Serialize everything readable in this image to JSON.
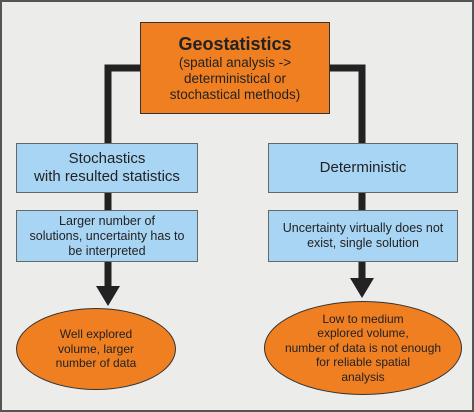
{
  "root": {
    "title": "Geostatistics",
    "subtitle_lines": [
      "(spatial analysis ->",
      "deterministical or",
      "stochastical methods)"
    ]
  },
  "left": {
    "category_lines": [
      "Stochastics",
      "with resulted statistics"
    ],
    "description_lines": [
      "Larger number of",
      "solutions, uncertainty has to",
      "be interpreted"
    ],
    "outcome_lines": [
      "Well explored",
      "volume, larger",
      "number of data"
    ]
  },
  "right": {
    "category_lines": [
      "Deterministic"
    ],
    "description_lines": [
      "Uncertainty virtually does not",
      "exist, single solution"
    ],
    "outcome_lines": [
      "Low to medium",
      "explored volume,",
      "number of data is not enough",
      "for reliable spatial",
      "analysis"
    ]
  },
  "colors": {
    "orange": "#f07f22",
    "blue": "#a9d5f5",
    "connector": "#222222",
    "background": "#ececea"
  }
}
